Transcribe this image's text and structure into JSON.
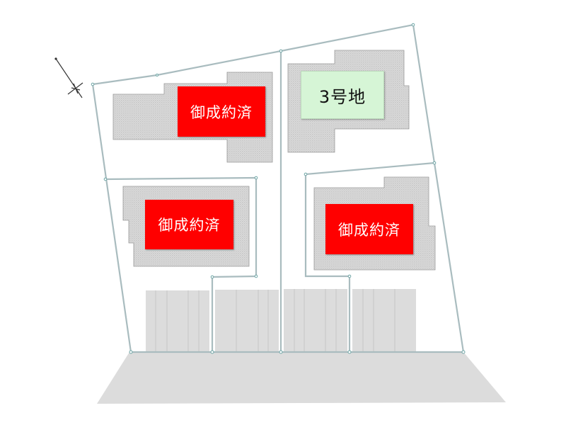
{
  "site_plan": {
    "compass": {
      "icon": "north-arrow-icon"
    },
    "lots": [
      {
        "id": "lot-1",
        "label": "御成約済",
        "status": "sold",
        "color": "#ff0000"
      },
      {
        "id": "lot-2",
        "label": "御成約済",
        "status": "sold",
        "color": "#ff0000"
      },
      {
        "id": "lot-3",
        "label": "3号地",
        "status": "available",
        "color": "#d6f5d6"
      },
      {
        "id": "lot-4",
        "label": "御成約済",
        "status": "sold",
        "color": "#ff0000"
      }
    ],
    "road": {
      "color": "#dcdcdc"
    },
    "boundary_color": "#a9bcbf"
  }
}
